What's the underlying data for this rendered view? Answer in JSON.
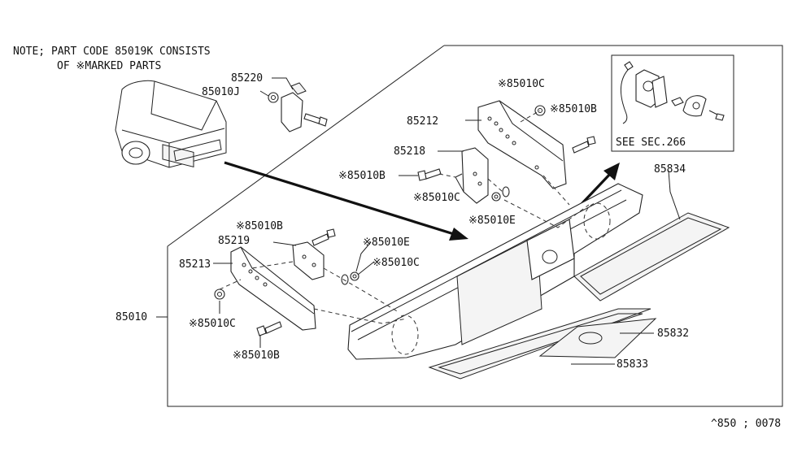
{
  "note": {
    "line1": "NOTE; PART CODE 85019K CONSISTS",
    "line2": "OF ※MARKED PARTS"
  },
  "see_sec": "SEE SEC.266",
  "diagram_code": "^850 ; 0078",
  "labels": {
    "p85220": "85220",
    "p85010J": "85010J",
    "p85010C_top": "※85010C",
    "p85010B_top": "※85010B",
    "p85212": "85212",
    "p85218": "85218",
    "p85010B_mid": "※85010B",
    "p85010C_mid": "※85010C",
    "p85010E_mid": "※85010E",
    "p85834": "85834",
    "p85010B_left": "※85010B",
    "p85219": "85219",
    "p85213": "85213",
    "p85010E_left": "※85010E",
    "p85010C_left": "※85010C",
    "p85010": "85010",
    "p85010C_bottom": "※85010C",
    "p85010B_bottom": "※85010B",
    "p85832": "85832",
    "p85833": "85833"
  }
}
